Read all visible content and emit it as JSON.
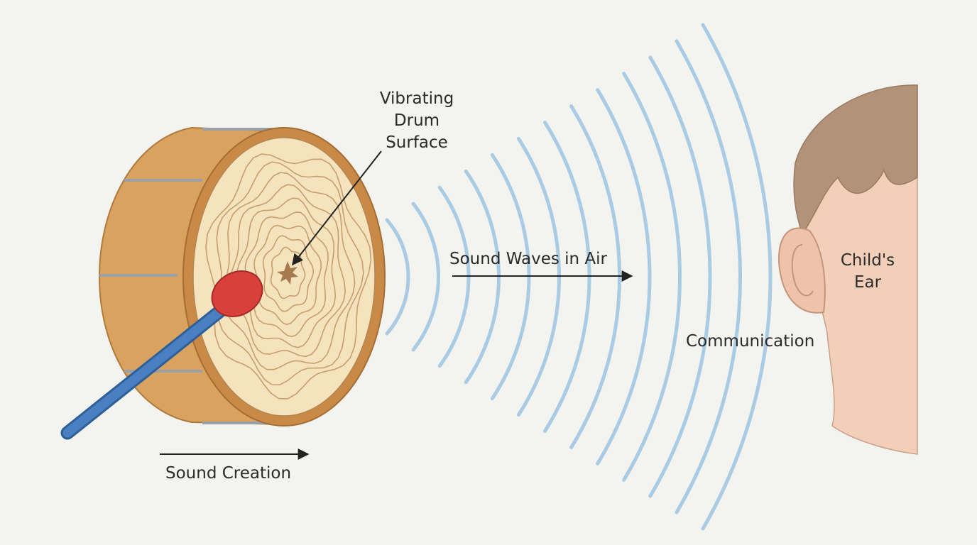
{
  "labels": {
    "vibrating_surface": [
      "Vibrating",
      "Drum",
      "Surface"
    ],
    "sound_waves": "Sound Waves in Air",
    "childs_ear": [
      "Child's",
      "Ear"
    ],
    "communication": "Communication",
    "sound_creation": "Sound Creation"
  },
  "colors": {
    "background": "#f3f3ef",
    "drum_shell": "#d9a35f",
    "drum_face": "#f4e3bd",
    "drum_rim": "#c98947",
    "mallet_head": "#d9403c",
    "mallet_stick": "#3f74b5",
    "waves": "#a9cbe3",
    "skin": "#f2cfb8",
    "hair": "#b3927a"
  },
  "wave_count": 13
}
